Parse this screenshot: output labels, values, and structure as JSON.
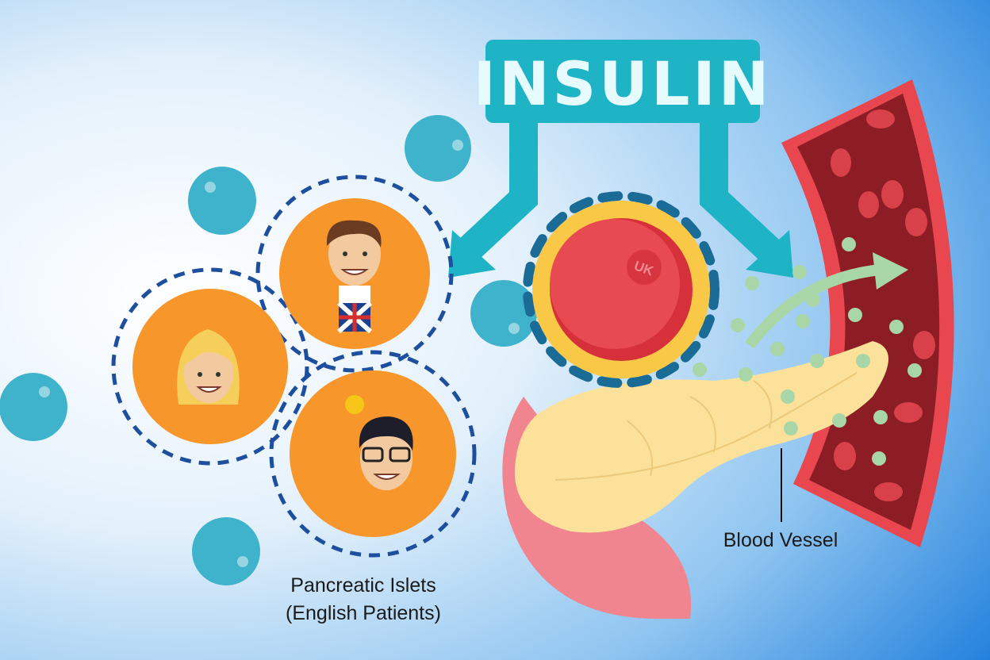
{
  "banner": {
    "title": "INSULIN"
  },
  "cell": {
    "badge": "UK"
  },
  "labels": {
    "blood_vessel": "Blood Vessel",
    "islets_line1": "Pancreatic Islets",
    "islets_line2": "(English Patients)"
  },
  "colors": {
    "banner": "#1fb3c6",
    "islet": "#f7962b",
    "dash_outline": "#1d4f9e",
    "cell_red": "#e84a52",
    "cell_ring": "#f9c846",
    "vessel_dark": "#8c1d25",
    "vessel_edge": "#e8474f",
    "pancreas": "#fbe19a",
    "duodenum": "#f0848f",
    "insulin_dot": "#a9d6a6",
    "bubble": "#3fb3cb"
  }
}
